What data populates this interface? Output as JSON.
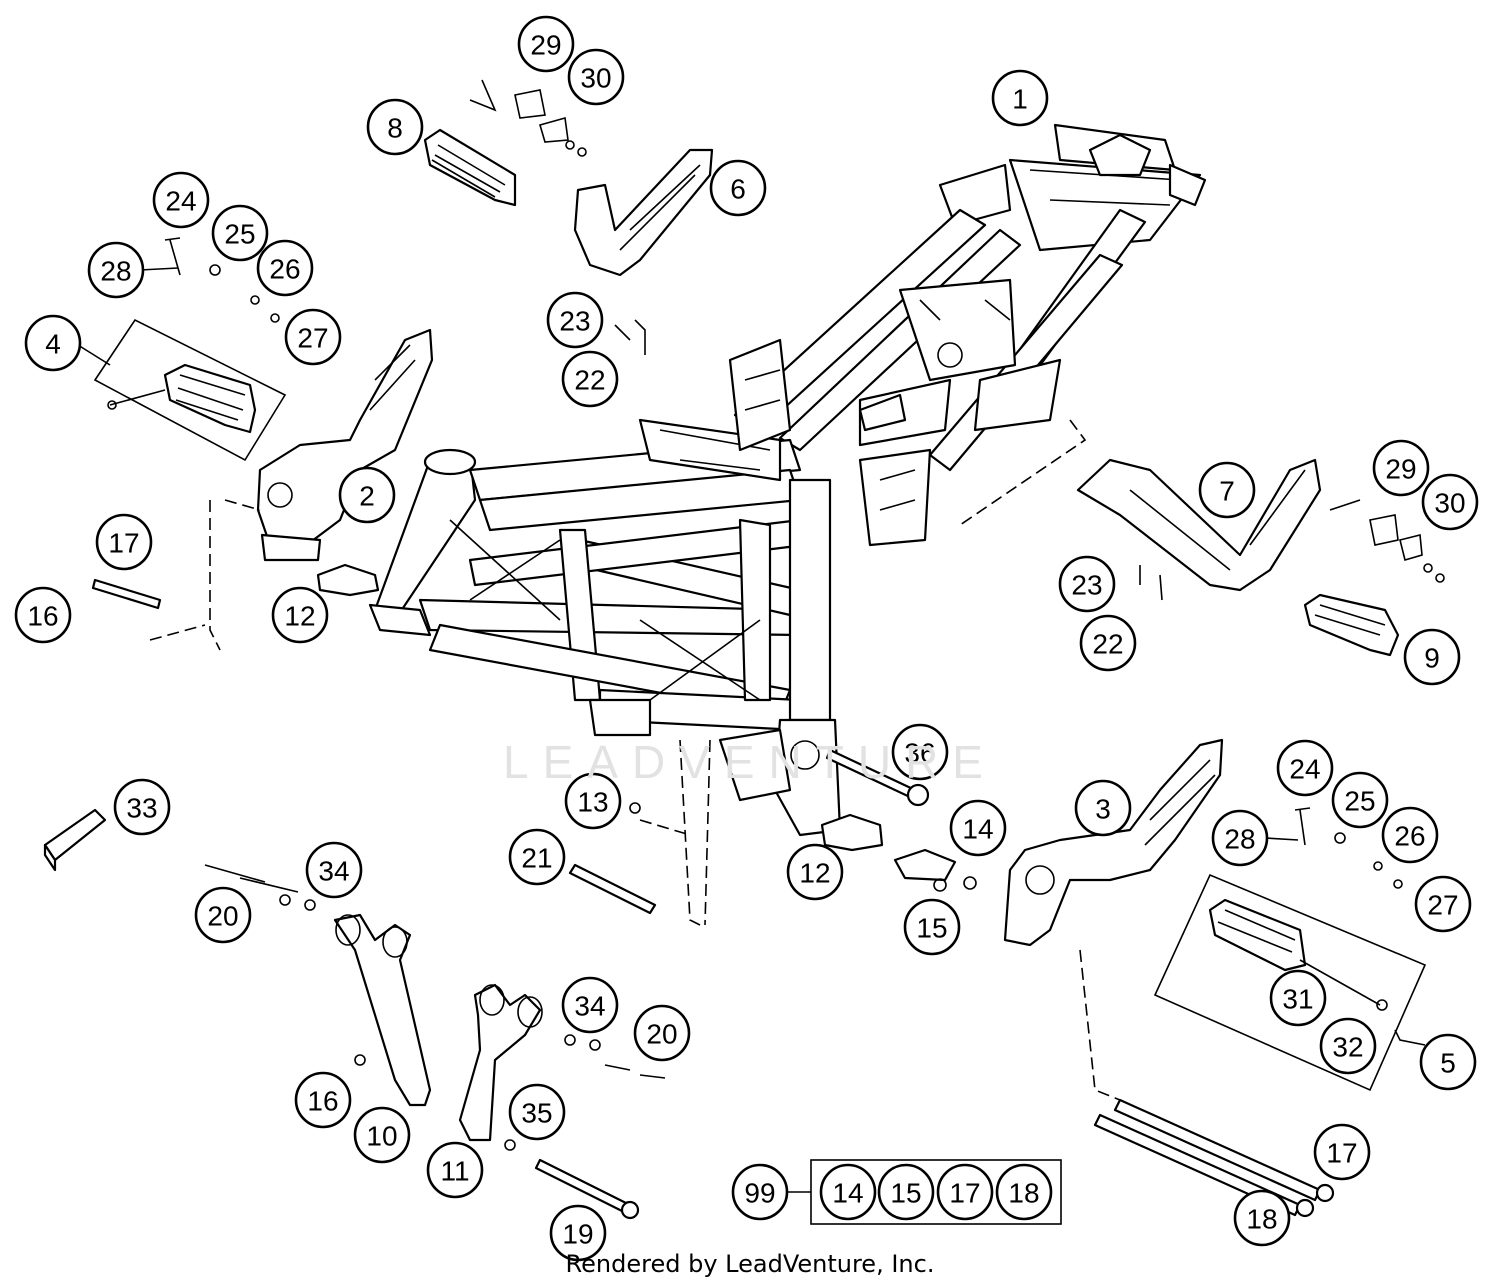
{
  "watermark": "LEADVENTURE",
  "footer": {
    "credit": "Rendered by LeadVenture, Inc."
  },
  "callouts": [
    {
      "id": "c1",
      "label": "1"
    },
    {
      "id": "c2",
      "label": "2"
    },
    {
      "id": "c3",
      "label": "3"
    },
    {
      "id": "c4",
      "label": "4"
    },
    {
      "id": "c5",
      "label": "5"
    },
    {
      "id": "c6",
      "label": "6"
    },
    {
      "id": "c7",
      "label": "7"
    },
    {
      "id": "c8",
      "label": "8"
    },
    {
      "id": "c9",
      "label": "9"
    },
    {
      "id": "c10",
      "label": "10"
    },
    {
      "id": "c11",
      "label": "11"
    },
    {
      "id": "c12a",
      "label": "12"
    },
    {
      "id": "c12b",
      "label": "12"
    },
    {
      "id": "c13",
      "label": "13"
    },
    {
      "id": "c14",
      "label": "14"
    },
    {
      "id": "c15",
      "label": "15"
    },
    {
      "id": "c16a",
      "label": "16"
    },
    {
      "id": "c16b",
      "label": "16"
    },
    {
      "id": "c17a",
      "label": "17"
    },
    {
      "id": "c17b",
      "label": "17"
    },
    {
      "id": "c18",
      "label": "18"
    },
    {
      "id": "c19",
      "label": "19"
    },
    {
      "id": "c20a",
      "label": "20"
    },
    {
      "id": "c20b",
      "label": "20"
    },
    {
      "id": "c21",
      "label": "21"
    },
    {
      "id": "c22a",
      "label": "22"
    },
    {
      "id": "c22b",
      "label": "22"
    },
    {
      "id": "c23a",
      "label": "23"
    },
    {
      "id": "c23b",
      "label": "23"
    },
    {
      "id": "c24a",
      "label": "24"
    },
    {
      "id": "c24b",
      "label": "24"
    },
    {
      "id": "c25a",
      "label": "25"
    },
    {
      "id": "c25b",
      "label": "25"
    },
    {
      "id": "c26a",
      "label": "26"
    },
    {
      "id": "c26b",
      "label": "26"
    },
    {
      "id": "c27a",
      "label": "27"
    },
    {
      "id": "c27b",
      "label": "27"
    },
    {
      "id": "c28a",
      "label": "28"
    },
    {
      "id": "c28b",
      "label": "28"
    },
    {
      "id": "c29a",
      "label": "29"
    },
    {
      "id": "c29b",
      "label": "29"
    },
    {
      "id": "c30a",
      "label": "30"
    },
    {
      "id": "c30b",
      "label": "30"
    },
    {
      "id": "c31",
      "label": "31"
    },
    {
      "id": "c32",
      "label": "32"
    },
    {
      "id": "c33",
      "label": "33"
    },
    {
      "id": "c34a",
      "label": "34"
    },
    {
      "id": "c34b",
      "label": "34"
    },
    {
      "id": "c35",
      "label": "35"
    },
    {
      "id": "c36",
      "label": "36"
    }
  ],
  "kit": {
    "label": "99",
    "contents": [
      "14",
      "15",
      "17",
      "18"
    ]
  }
}
